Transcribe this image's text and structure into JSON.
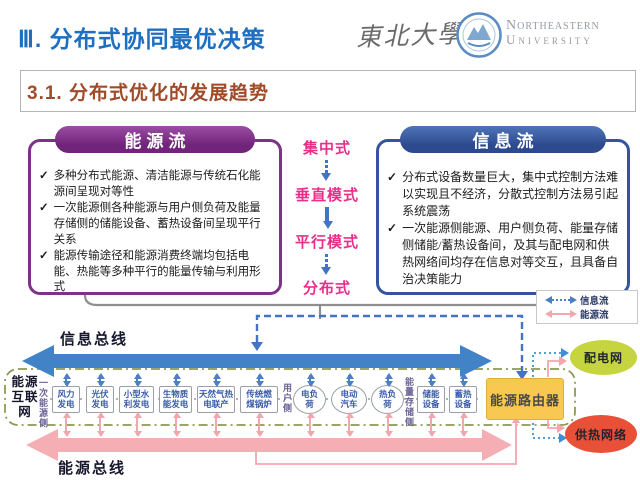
{
  "slide": {
    "title": "Ⅲ. 分布式协同最优决策",
    "subtitle": "3.1. 分布式优化的发展趋势"
  },
  "logo": {
    "calligraphy": "東北大學",
    "name_line1": "Northeastern",
    "name_line2": "University"
  },
  "marks": {
    "check": "✓"
  },
  "energy_flow_box": {
    "title": "能源流",
    "bullets": [
      "多种分布式能源、清洁能源与传统石化能源间呈现对等性",
      "一次能源侧各种能源与用户侧负荷及能量存储侧的储能设备、蓄热设备间呈现平行关系",
      "能源传输途径和能源消费终端均包括电能、热能等多种平行的能量传输与利用形式"
    ]
  },
  "info_flow_box": {
    "title": "信息流",
    "bullets": [
      "分布式设备数量巨大，集中式控制方法难以实现且不经济，分散式控制方法易引起系统震荡",
      "一次能源侧能源、用户侧负荷、能量存储侧储能/蓄热设备间，及其与配电网和供热网络间均存在信息对等交互，且具备自治决策能力"
    ]
  },
  "mode_column": {
    "items": [
      "集中式",
      "垂直模式",
      "平行模式",
      "分布式"
    ]
  },
  "legend": {
    "info_flow": "信息流",
    "energy_flow": "能源流"
  },
  "diagram": {
    "info_bus": "信息总线",
    "energy_bus": "能源总线",
    "energy_internet": "能源互联网",
    "side_labels": {
      "primary": "一次能源侧",
      "user": "用户侧",
      "storage": "能量存储侧"
    },
    "components": [
      {
        "type": "box",
        "line1": "风力",
        "line2": "发电"
      },
      {
        "type": "box",
        "line1": "光伏",
        "line2": "发电"
      },
      {
        "type": "box",
        "line1": "小型水",
        "line2": "利发电"
      },
      {
        "type": "box",
        "line1": "生物质",
        "line2": "能发电"
      },
      {
        "type": "box",
        "line1": "天然气热",
        "line2": "电联产"
      },
      {
        "type": "box",
        "line1": "传统燃",
        "line2": "煤锅炉"
      },
      {
        "type": "ellipse",
        "line1": "电负",
        "line2": "荷"
      },
      {
        "type": "ellipse",
        "line1": "电动",
        "line2": "汽车"
      },
      {
        "type": "ellipse",
        "line1": "热负",
        "line2": "荷"
      },
      {
        "type": "box",
        "line1": "储能",
        "line2": "设备"
      },
      {
        "type": "box",
        "line1": "蓄热",
        "line2": "设备"
      }
    ],
    "router": "能源路由器",
    "grid": "配电网",
    "heat_network": "供热网络"
  },
  "colors": {
    "title_blue": "#1D6FC0",
    "subtitle_brown": "#A04B28",
    "energy_purple": "#7E3189",
    "info_blue": "#35549E",
    "mode_magenta": "#E8308A",
    "arrow_blue": "#4472C4",
    "info_bus_blue": "#4283C8",
    "energy_bus_pink": "#F5AFB4",
    "boundary_olive": "#8C9A53",
    "router_yellow": "#F9C850",
    "grid_green": "#C6D53F",
    "heat_red": "#E85038"
  }
}
